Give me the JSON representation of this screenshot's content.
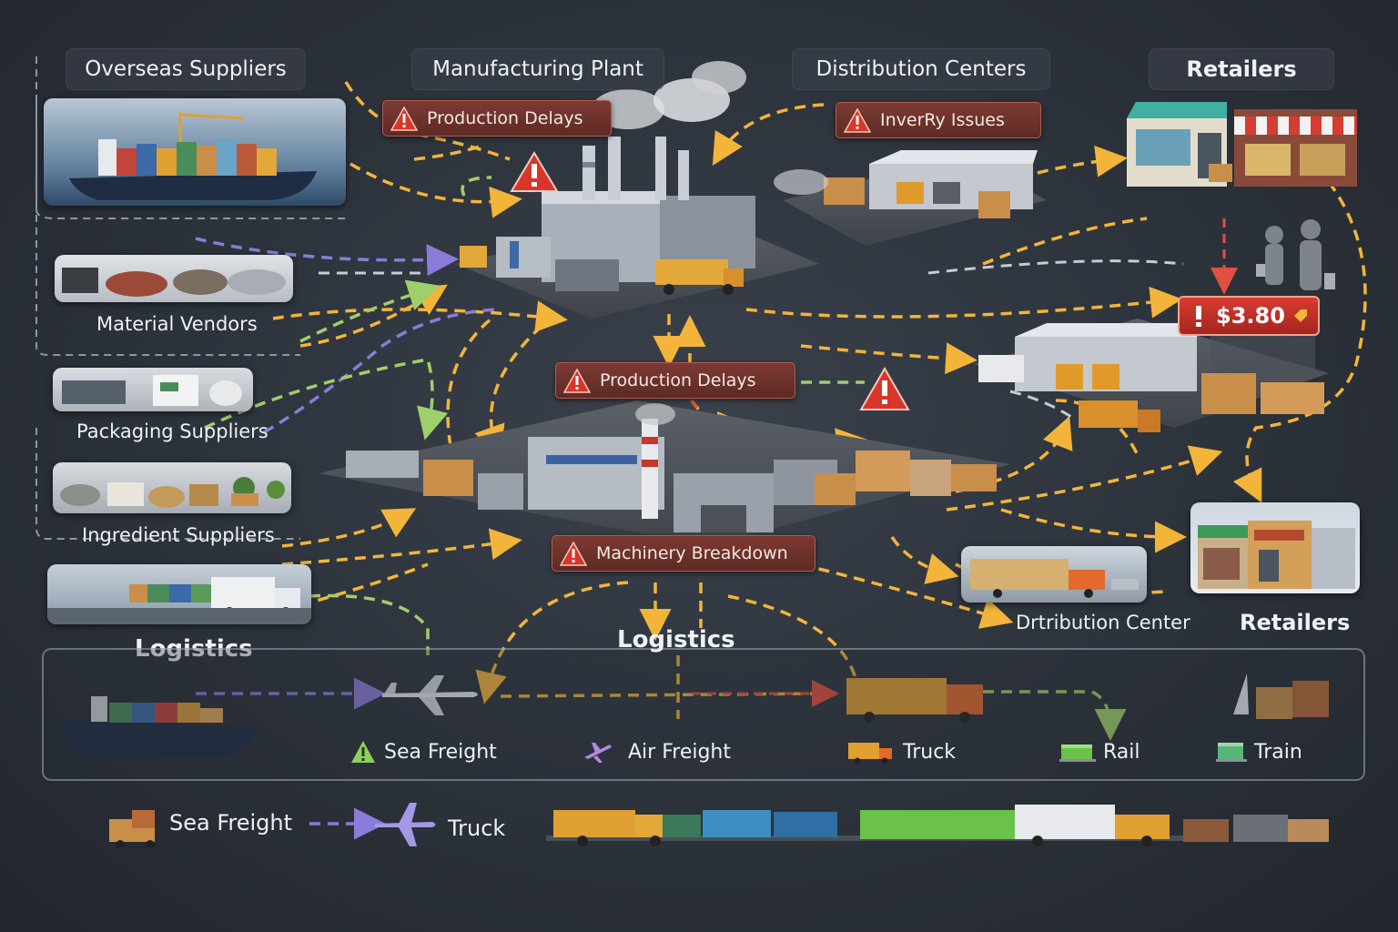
{
  "headers": {
    "overseas": "Overseas Suppliers",
    "manufacturing": "Manufacturing Plant",
    "distribution": "Distribution Centers",
    "retailers": "Retailers"
  },
  "suppliers": {
    "material": "Material Vendors",
    "packaging": "Packaging Suppliers",
    "ingredient": "Ingredient Suppliers",
    "logistics": "Logistics"
  },
  "alerts": {
    "production_top": "Production Delays",
    "inventory": "InverRy Issues",
    "production_mid": "Production Delays",
    "machinery": "Machinery Breakdown"
  },
  "price_badge": "$3.80",
  "labels": {
    "distribution_center": "Drtribution Center",
    "retailers_lower": "Retailers",
    "logistics_center": "Logistics"
  },
  "legend": {
    "sea": "Sea Freight",
    "air": "Air Freight",
    "truck": "Truck",
    "rail": "Rail",
    "train": "Train"
  },
  "bottom": {
    "sea": "Sea Freight",
    "truck": "Truck"
  },
  "colors": {
    "background": "#2c323a",
    "flow_yellow": "#f2b53a",
    "flow_purple": "#8a7cd8",
    "flow_green": "#9fcf6a",
    "flow_red": "#e2503f",
    "alert_red": "#7c3a33"
  }
}
